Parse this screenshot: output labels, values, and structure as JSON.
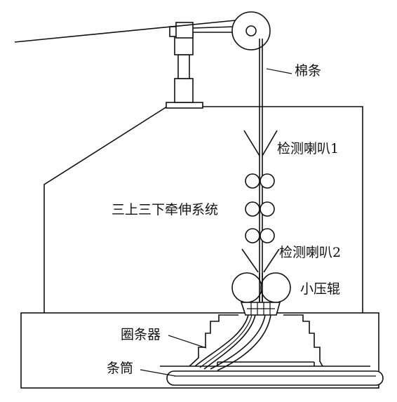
{
  "diagram": {
    "labels": {
      "sliver": "棉条",
      "detect_horn_1": "检测喇叭1",
      "drafting_system": "三上三下牵伸系统",
      "detect_horn_2": "检测喇叭2",
      "calender_roller": "小压辊",
      "coiler": "圈条器",
      "can": "条筒"
    }
  }
}
